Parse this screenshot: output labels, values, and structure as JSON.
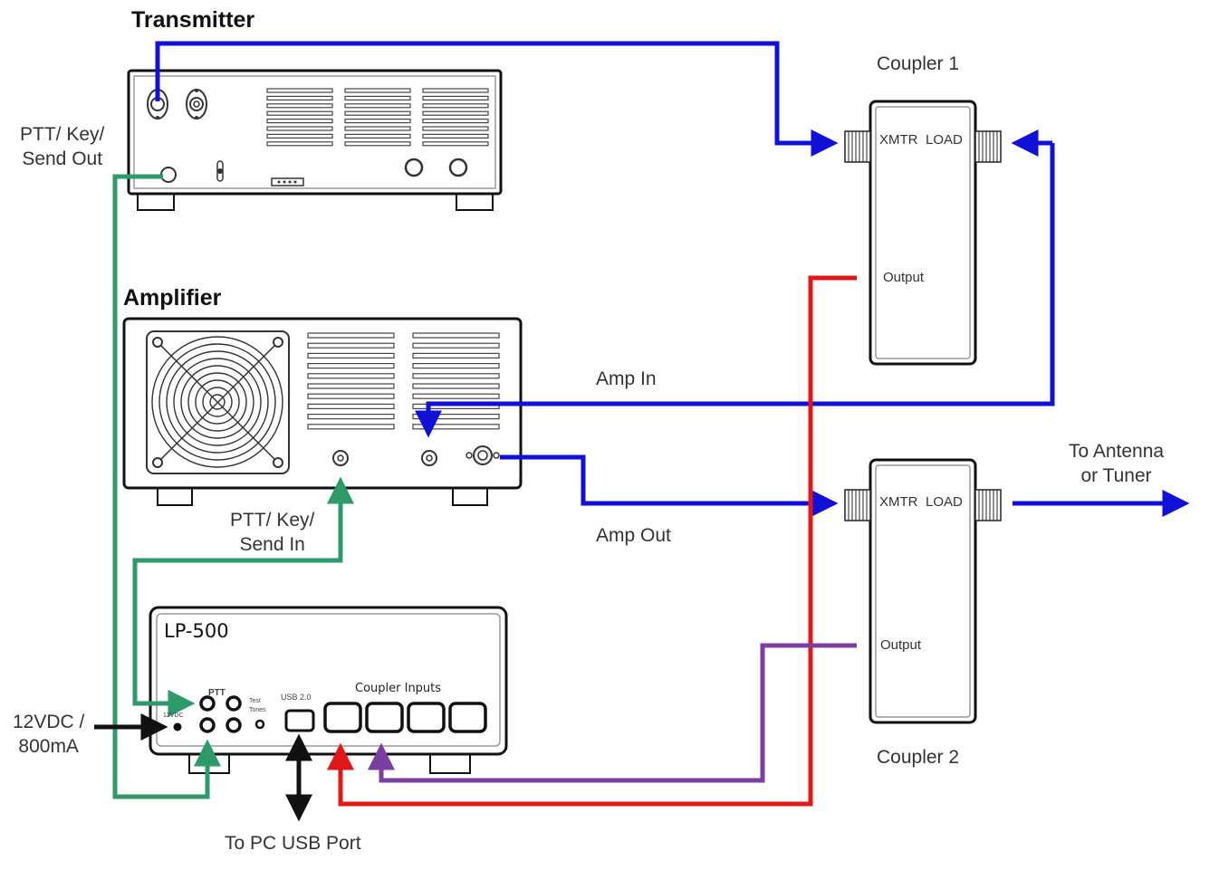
{
  "devices": {
    "transmitter": {
      "title": "Transmitter"
    },
    "amplifier": {
      "title": "Amplifier"
    },
    "lp500": {
      "title": "LP-500",
      "ptt_label": "PTT",
      "test_tones_label": "Test\nTones",
      "vdc_label": "12VDC",
      "usb_label": "USB 2.0",
      "coupler_inputs_label": "Coupler Inputs",
      "coupler_input_count": 4
    },
    "coupler1": {
      "title": "Coupler 1",
      "xmtr_label": "XMTR",
      "load_label": "LOAD",
      "output_label": "Output"
    },
    "coupler2": {
      "title": "Coupler 2",
      "xmtr_label": "XMTR",
      "load_label": "LOAD",
      "output_label": "Output"
    }
  },
  "labels": {
    "ptt_send_out": "PTT/ Key/\nSend Out",
    "ptt_send_in": "PTT/ Key/\nSend In",
    "amp_in": "Amp In",
    "amp_out": "Amp Out",
    "to_antenna": "To Antenna\nor Tuner",
    "power": "12VDC /\n800mA",
    "to_pc": "To PC USB Port"
  },
  "connections": [
    {
      "id": "xmtr-to-coupler1",
      "from": "Transmitter RF out",
      "to": "Coupler 1 XMTR",
      "color": "#1010d8"
    },
    {
      "id": "coupler1-load-to-amp-in",
      "from": "Coupler 1 LOAD",
      "to": "Amplifier RF in",
      "label": "Amp In",
      "color": "#1010d8"
    },
    {
      "id": "amp-out-to-coupler2",
      "from": "Amplifier RF out",
      "to": "Coupler 2 XMTR",
      "label": "Amp Out",
      "color": "#1010d8"
    },
    {
      "id": "coupler2-to-antenna",
      "from": "Coupler 2 LOAD",
      "to": "Antenna or Tuner",
      "color": "#1010d8"
    },
    {
      "id": "coupler1-output-to-lp500",
      "from": "Coupler 1 Output",
      "to": "LP-500 Coupler Input 1",
      "color": "#e01818"
    },
    {
      "id": "coupler2-output-to-lp500",
      "from": "Coupler 2 Output",
      "to": "LP-500 Coupler Input 2",
      "color": "#7a3fa0"
    },
    {
      "id": "xmtr-ptt-to-lp500",
      "from": "Transmitter PTT/Key/Send Out",
      "to": "LP-500 PTT in",
      "color": "#2e9a6a"
    },
    {
      "id": "lp500-ptt-to-amp",
      "from": "LP-500 PTT out",
      "to": "Amplifier PTT/Key/Send In",
      "color": "#2e9a6a"
    },
    {
      "id": "power-to-lp500",
      "from": "12VDC / 800mA",
      "to": "LP-500 12VDC",
      "color": "#111111"
    },
    {
      "id": "lp500-usb-to-pc",
      "from": "LP-500 USB 2.0",
      "to": "PC USB Port",
      "color": "#111111"
    }
  ],
  "colors": {
    "rf": "#1010d8",
    "coupler1_sample": "#e01818",
    "coupler2_sample": "#7a3fa0",
    "ptt": "#2e9a6a",
    "power_usb": "#111111"
  }
}
